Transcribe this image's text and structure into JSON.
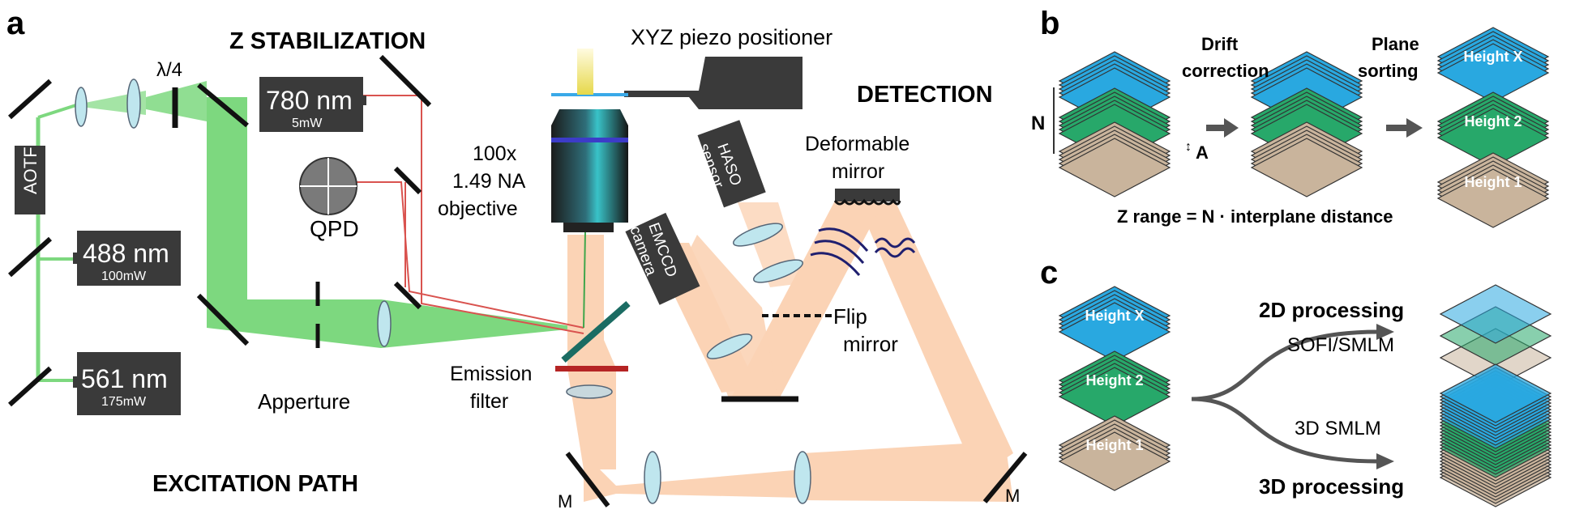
{
  "panels": {
    "a": "a",
    "b": "b",
    "c": "c"
  },
  "sections": {
    "z_stabilization": "Z STABILIZATION",
    "excitation_path": "EXCITATION PATH",
    "detection": "DETECTION"
  },
  "labels": {
    "quarter_wave": "λ/4",
    "aotf": "AOTF",
    "qpd": "QPD",
    "apperture": "Apperture",
    "piezo": "XYZ piezo positioner",
    "objective": [
      "100x",
      "1.49 NA",
      "objective"
    ],
    "emission_filter": [
      "Emission",
      "filter"
    ],
    "deformable_mirror": [
      "Deformable",
      "mirror"
    ],
    "haso": [
      "HASO",
      "sensor"
    ],
    "emccd": [
      "EMCCD",
      "camera"
    ],
    "flip_mirror": [
      "Flip",
      "mirror"
    ],
    "mirror_m": "M"
  },
  "lasers": [
    {
      "wavelength": "780 nm",
      "power": "5mW"
    },
    {
      "wavelength": "488 nm",
      "power": "100mW"
    },
    {
      "wavelength": "561 nm",
      "power": "175mW"
    }
  ],
  "panel_b": {
    "drift_correction": [
      "Drift",
      "correction"
    ],
    "plane_sorting": [
      "Plane",
      "sorting"
    ],
    "n_label": "N",
    "a_label": "A",
    "heights": [
      "Height X",
      "Height 2",
      "Height 1"
    ],
    "z_range": "Z range = N · interplane distance"
  },
  "panel_c": {
    "heights": [
      "Height X",
      "Height 2",
      "Height 1"
    ],
    "processing_2d": "2D processing",
    "sofi_smlm": "SOFI/SMLM",
    "smlm_3d": "3D SMLM",
    "processing_3d": "3D processing"
  },
  "colors": {
    "excitation_green": "#7dd87f",
    "emission_peach": "#fbd3b5",
    "stab_red": "#d9534f",
    "device_gray": "#3a3a3a",
    "plane_blue": "#29a8e0",
    "plane_green": "#27a86a",
    "plane_tan": "#c9b49c",
    "arrow_gray": "#555555"
  }
}
